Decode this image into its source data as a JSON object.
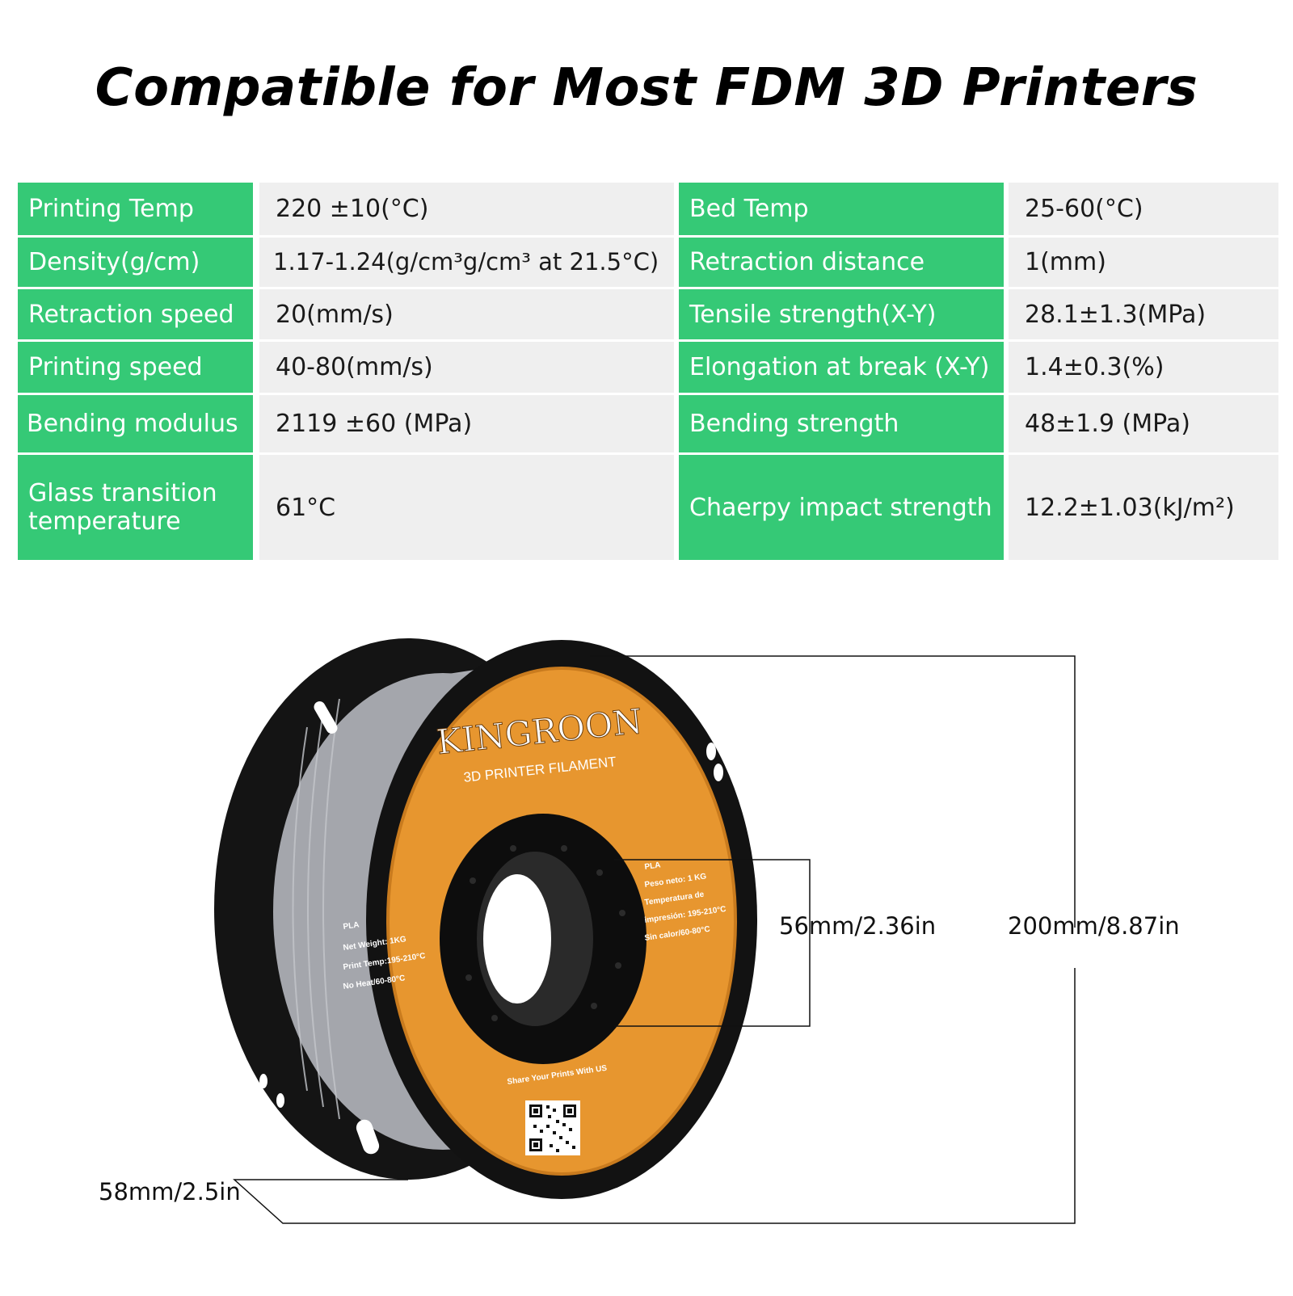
{
  "headline": "Compatible for Most FDM 3D Printers",
  "colors": {
    "label_bg": "#35c976",
    "value_bg": "#efefef",
    "spool_hub": "#e7962f",
    "spool_rim": "#151515",
    "filament": "#a9abb1"
  },
  "specs": [
    {
      "label": "Printing Temp",
      "value": "220 ±10(°C)",
      "label2": "Bed Temp",
      "value2": "25-60(°C)"
    },
    {
      "label": "Density(g/cm)",
      "value": "1.17-1.24(g/cm³g/cm³ at 21.5°C)",
      "label2": "Retraction distance",
      "value2": "1(mm)"
    },
    {
      "label": "Retraction speed",
      "value": "20(mm/s)",
      "label2": "Tensile strength(X-Y)",
      "value2": "28.1±1.3(MPa)"
    },
    {
      "label": "Printing speed",
      "value": "40-80(mm/s)",
      "label2": "Elongation at break (X-Y)",
      "value2": "1.4±0.3(%)"
    },
    {
      "label": "Bending modulus",
      "value": "2119 ±60 (MPa)",
      "label2": "Bending strength",
      "value2": "48±1.9 (MPa)"
    },
    {
      "label": "Glass transition temperature",
      "value": "61°C",
      "label2": "Chaerpy impact strength",
      "value2": "12.2±1.03(kJ/m²)"
    }
  ],
  "spool": {
    "brand": "KINGROON",
    "subtitle": "3D PRINTER FILAMENT",
    "left_label": [
      "PLA",
      "Net Weight: 1KG",
      "Print Temp:195-210°C",
      "No Heat/60-80°C"
    ],
    "right_label": [
      "PLA",
      "Peso neto: 1 KG",
      "Temperatura de",
      "impresión: 195-210°C",
      "Sin calor/60-80°C"
    ],
    "share": "Share Your Prints With US",
    "qr_icon": "qr-code-icon"
  },
  "dimensions": {
    "inner_diameter": "56mm/2.36in",
    "outer_diameter": "200mm/8.87in",
    "width": "58mm/2.5in"
  }
}
